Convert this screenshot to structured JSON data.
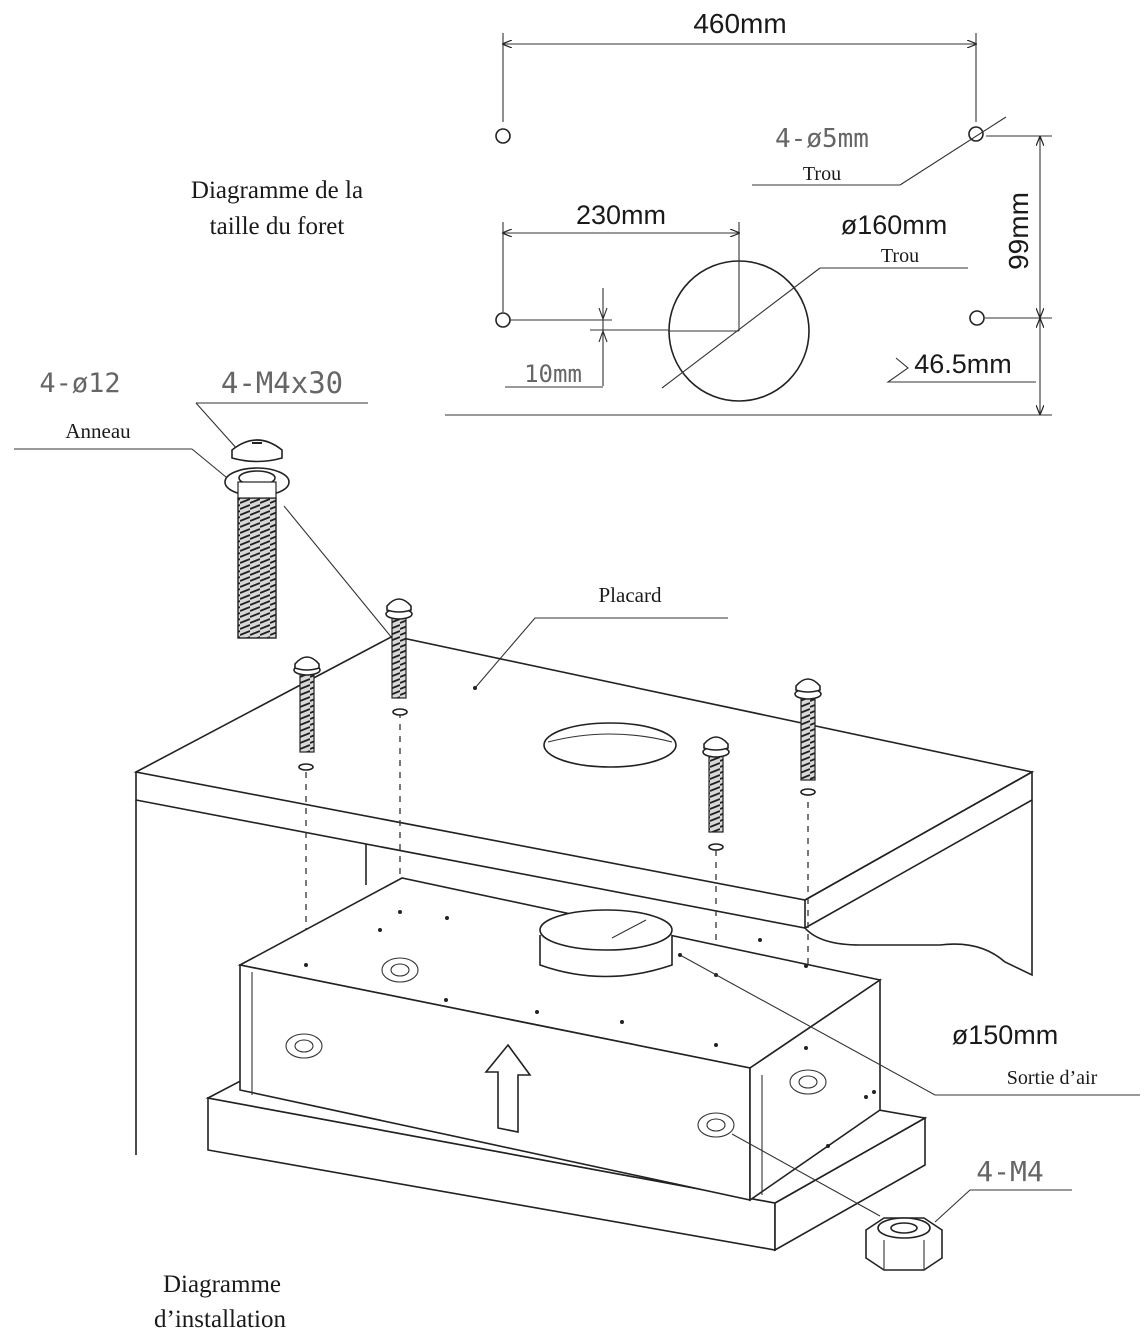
{
  "drill_diagram": {
    "title_line1": "Diagramme de la",
    "title_line2": "taille du foret",
    "dim_width": "460mm",
    "hole_small_label": "4-ø5mm",
    "hole_small_sub": "Trou",
    "dim_center": "230mm",
    "hole_big_label": "ø160mm",
    "hole_big_sub": "Trou",
    "dim_height": "99mm",
    "dim_small_offset": "10mm",
    "dim_bottom_offset": "46.5mm"
  },
  "install_diagram": {
    "ring_label": "4-ø12",
    "ring_sub": "Anneau",
    "screw_label": "4-M4x30",
    "cabinet_label": "Placard",
    "outlet_dim": "ø150mm",
    "outlet_label": "Sortie d’air",
    "nut_label": "4-M4",
    "title_line1": "Diagramme",
    "title_line2": "d’installation"
  }
}
